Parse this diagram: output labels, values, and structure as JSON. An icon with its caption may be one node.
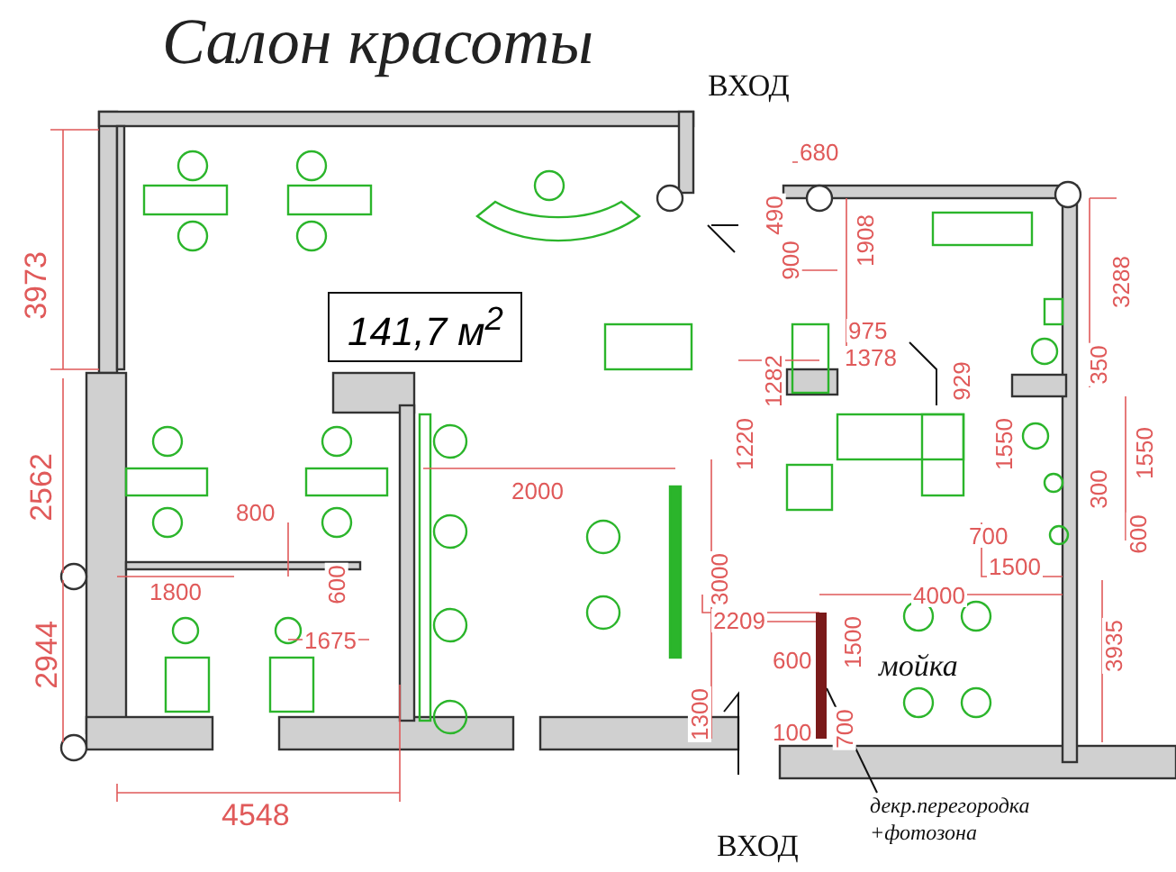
{
  "diagram": {
    "title": "Салон красоты",
    "nodes": [
      {
        "text": [
          "141,7 м$^{2}$"
        ]
      },
      {
        "text": [
          "декр.перегородка +фотозона"
        ]
      },
      {
        "text": [],
        "shape": "bar"
      }
    ],
    "edges": [
      {
        "from": 1,
        "to": 2,
        "arrow": "none"
      }
    ],
    "labels": [
      "ВХОД",
      "3973",
      "680",
      "490",
      "900",
      "1908",
      "975",
      "1378",
      "3288",
      "1282",
      "929",
      "350",
      "1220",
      "2562",
      "1550",
      "1550",
      "300",
      "2000",
      "800",
      "700",
      "600",
      "1500",
      "1800",
      "600",
      "1675",
      "4000",
      "3000",
      "2209",
      "2944",
      "600",
      "1500",
      "3935",
      "1300",
      "100",
      "700",
      "4548",
      "мойка",
      "ВХОД"
    ]
  }
}
